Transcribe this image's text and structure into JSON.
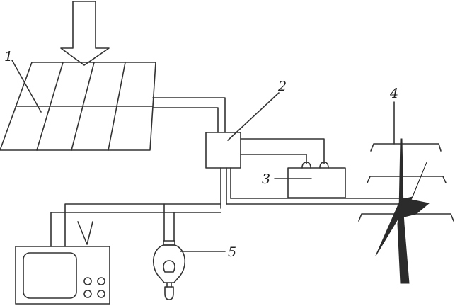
{
  "labels": {
    "solar_panel": "1",
    "controller": "2",
    "battery": "3",
    "power_line": "4",
    "lamp": "5"
  },
  "colors": {
    "stroke": "#333333",
    "fill_dark": "#2b2b2b",
    "background": "#ffffff"
  },
  "icons": {
    "sun_arrow": "down-arrow-icon",
    "television": "tv-icon",
    "lamp": "light-bulb-icon",
    "tower": "power-tower-icon",
    "lightning": "lightning-bolt-icon"
  }
}
